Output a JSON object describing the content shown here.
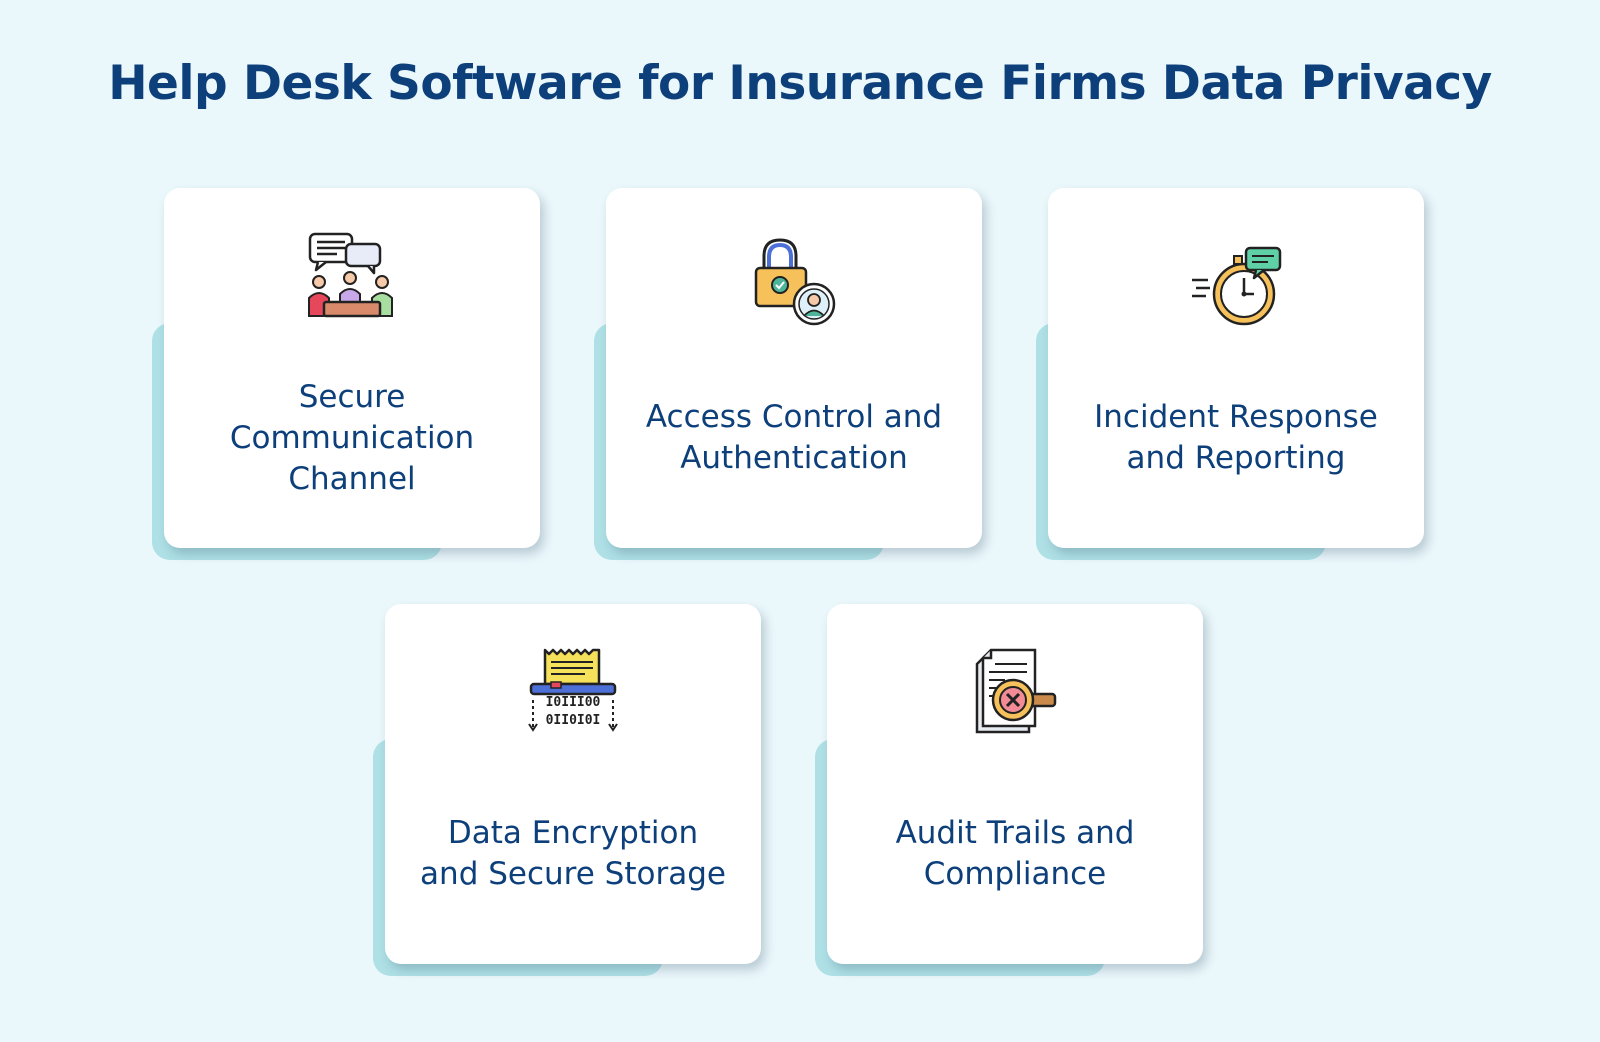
{
  "title": "Help Desk Software for Insurance Firms Data Privacy",
  "colors": {
    "background": "#eaf7fb",
    "title": "#0d3f7a",
    "accent": "#aee0e6",
    "card": "#ffffff"
  },
  "cards": [
    {
      "label": "Secure\nCommunication\nChannel",
      "icon": "team-chat-icon"
    },
    {
      "label": "Access Control and\nAuthentication",
      "icon": "padlock-user-icon"
    },
    {
      "label": "Incident Response\nand Reporting",
      "icon": "stopwatch-message-icon"
    },
    {
      "label": "Data Encryption\nand Secure Storage",
      "icon": "shredder-binary-icon"
    },
    {
      "label": "Audit Trails and\nCompliance",
      "icon": "document-magnifier-icon"
    }
  ]
}
